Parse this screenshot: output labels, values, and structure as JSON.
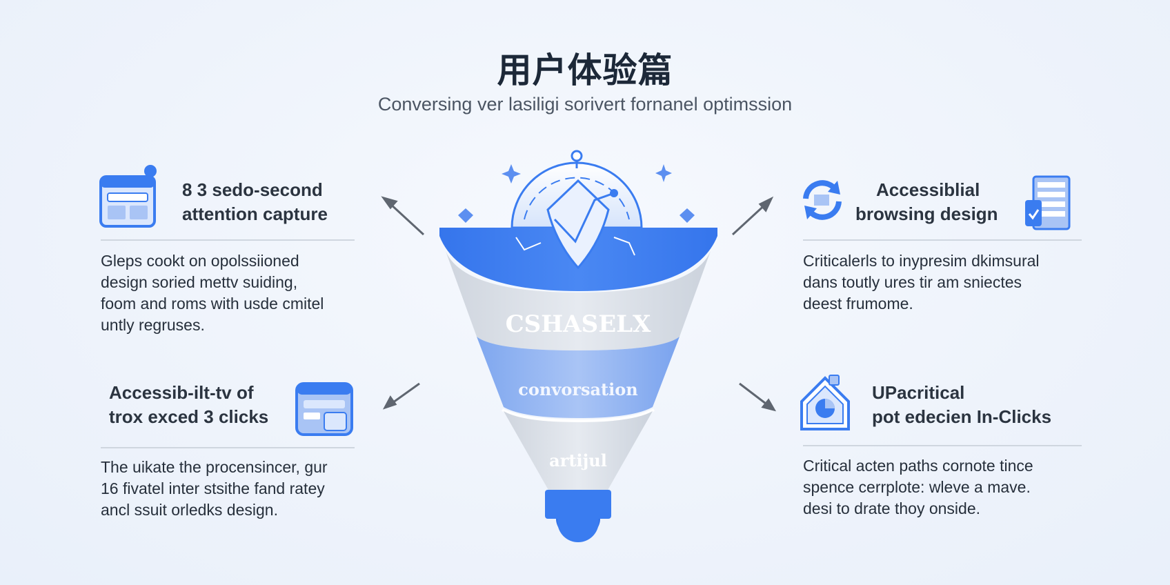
{
  "title": "用户体验篇",
  "subtitle": "Conversing ver lasiligi sorivert fornanel optimssion",
  "funnel": {
    "stages": [
      {
        "label": "CSHASELX"
      },
      {
        "label": "convorsation"
      },
      {
        "label": "artijul"
      }
    ],
    "colors": {
      "primary": "#3a7cf0",
      "light": "#a7c2f3",
      "gray": "#c9d0db",
      "pale": "#e4e9f1"
    }
  },
  "cards": [
    {
      "id": "top-left",
      "heading_lines": [
        "8 3 sedo-second",
        "attention capture"
      ],
      "body_lines": [
        "Gleps cookt on opolssiioned",
        "design soried mettv suiding,",
        "foom and roms with usde cmitel",
        "untly regruses."
      ],
      "icon": "browser-window-icon"
    },
    {
      "id": "bottom-left",
      "heading_lines": [
        "Accessib-ilt-tv of",
        "trox exced 3 clicks"
      ],
      "body_lines": [
        "The uikate the procensincer,  gur",
        "16 fivatel inter stsithe fand ratey",
        "ancl ssuit orledks design."
      ],
      "icon": "calendar-window-icon"
    },
    {
      "id": "top-right",
      "heading_lines": [
        "Accessiblial",
        "browsing design"
      ],
      "body_lines": [
        "Criticalerls to inypresim dkimsural",
        "dans toutly ures tir am sniectes",
        "deest frumome."
      ],
      "icon": "refresh-icon",
      "icon_secondary": "checklist-icon"
    },
    {
      "id": "bottom-right",
      "heading_lines": [
        "UPacritical",
        "pot edecien In-Clicks"
      ],
      "body_lines": [
        "Critical acten paths cornote tince",
        "spence cerrplote:  wleve a mave.",
        "desi to drate thoy onside."
      ],
      "icon": "house-chart-icon"
    }
  ]
}
